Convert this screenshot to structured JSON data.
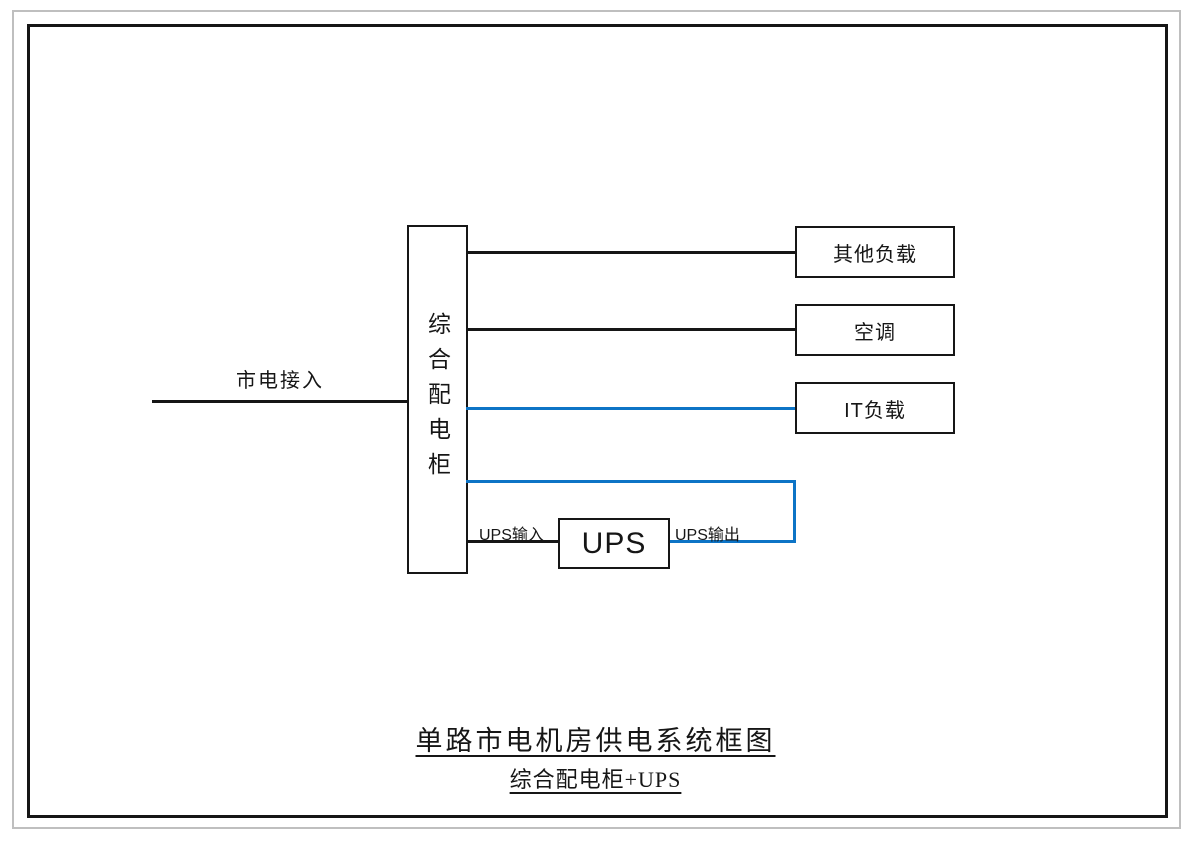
{
  "diagram": {
    "title": {
      "line1": "单路市电机房供电系统框图",
      "line2": "综合配电柜+UPS"
    },
    "mains": {
      "label": "市电接入"
    },
    "cabinet": {
      "label": "综合配电柜"
    },
    "ups": {
      "label": "UPS",
      "input_label": "UPS输入",
      "output_label": "UPS输出"
    },
    "loads": [
      {
        "label": "其他负载",
        "line_color": "#161616"
      },
      {
        "label": "空调",
        "line_color": "#161616"
      },
      {
        "label": "IT负载",
        "line_color": "#0d74c6"
      }
    ],
    "colors": {
      "line_black": "#161616",
      "line_blue": "#0d74c6",
      "frame_outer": "#bfbfbf",
      "frame_inner": "#161616",
      "background": "#ffffff"
    }
  }
}
